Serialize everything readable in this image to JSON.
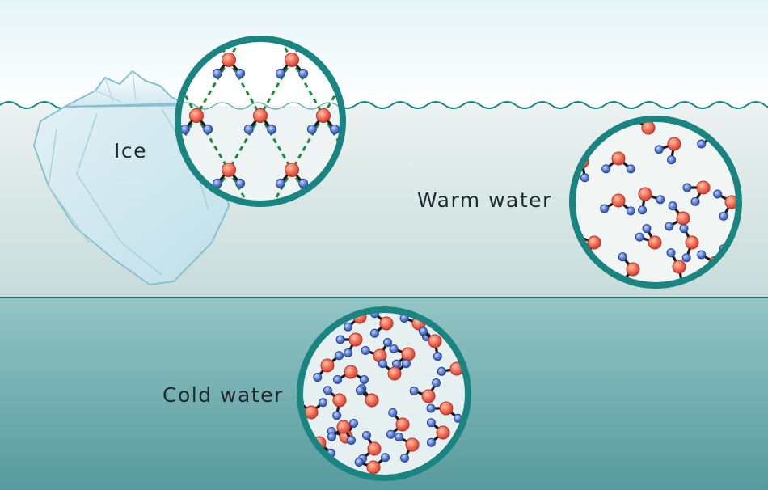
{
  "labels": {
    "ice": "Ice",
    "warm_water": "Warm water",
    "cold_water": "Cold water"
  },
  "colors": {
    "sky_top": "#e6f4f8",
    "sky_bottom": "#ffffff",
    "warm_water_top": "#e9f0ef",
    "warm_water_bottom": "#c6dcda",
    "cold_water_top": "#8fc2c2",
    "cold_water_bottom": "#5a9c9f",
    "circle_border": "#1a8480",
    "oxygen": "#e8574a",
    "hydrogen": "#4a6fc9",
    "bond": "#1b1b1b",
    "hydrogen_bond": "#1f8a3c",
    "iceberg_outline": "#7fbccb"
  },
  "icons": {
    "oxygen": "oxygen-atom-icon",
    "hydrogen": "hydrogen-atom-icon",
    "lattice": "hydrogen-bond-lattice"
  }
}
